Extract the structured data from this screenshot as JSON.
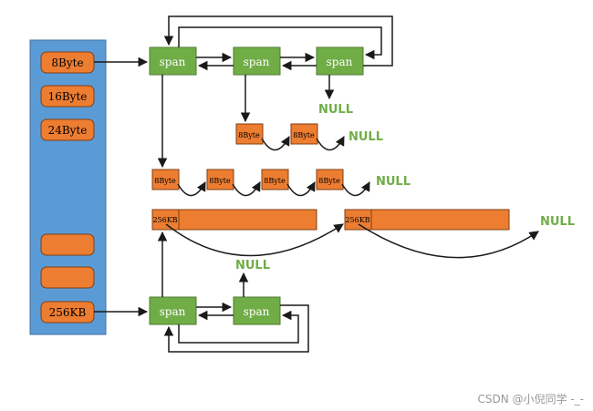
{
  "colors": {
    "sidebar": "#5b9bd5",
    "block": "#ed7d31",
    "span": "#70ad47",
    "null_text": "#70ad47",
    "line": "#1a1a1a",
    "watermark": "#999999"
  },
  "size_classes": [
    "8Byte",
    "16Byte",
    "24Byte",
    "",
    "",
    "256KB"
  ],
  "span_label": "span",
  "null_label": "NULL",
  "blocks_8b_row1": [
    "8Byte",
    "8Byte"
  ],
  "blocks_8b_row2": [
    "8Byte",
    "8Byte",
    "8Byte",
    "8Byte"
  ],
  "blocks_256kb": [
    "256KB",
    "256KB"
  ],
  "watermark": "CSDN @小倪同学 -_-"
}
